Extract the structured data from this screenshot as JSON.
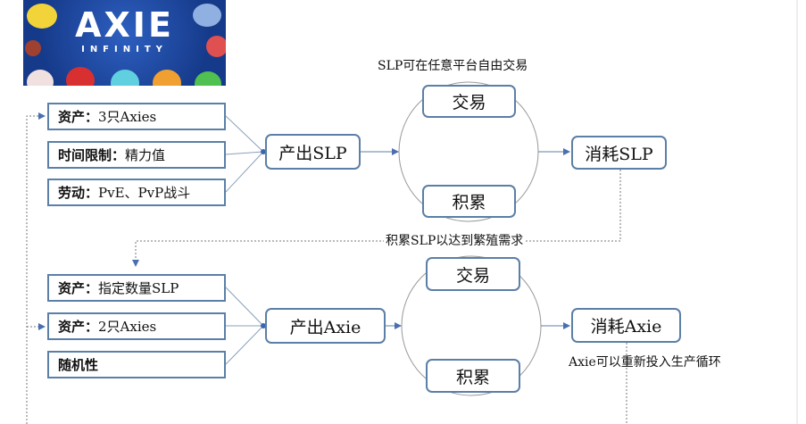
{
  "logo": {
    "title": "AXIE",
    "subtitle": "INFINITY"
  },
  "top": {
    "inputs": [
      {
        "label": "资产：",
        "value": "3只Axies"
      },
      {
        "label": "时间限制：",
        "value": "精力值"
      },
      {
        "label": "劳动：",
        "value": "PvE、PvP战斗"
      }
    ],
    "produce": "产出SLP",
    "trade": "交易",
    "accumulate": "积累",
    "consume": "消耗SLP",
    "note_trade": "SLP可在任意平台自由交易",
    "note_loop": "积累SLP以达到繁殖需求"
  },
  "bottom": {
    "inputs": [
      {
        "label": "资产：",
        "value": "指定数量SLP"
      },
      {
        "label": "资产：",
        "value": "2只Axies"
      },
      {
        "label": "随机性",
        "value": ""
      }
    ],
    "produce": "产出Axie",
    "trade": "交易",
    "accumulate": "积累",
    "consume": "消耗Axie",
    "note_loop": "Axie可以重新投入生产循环"
  }
}
